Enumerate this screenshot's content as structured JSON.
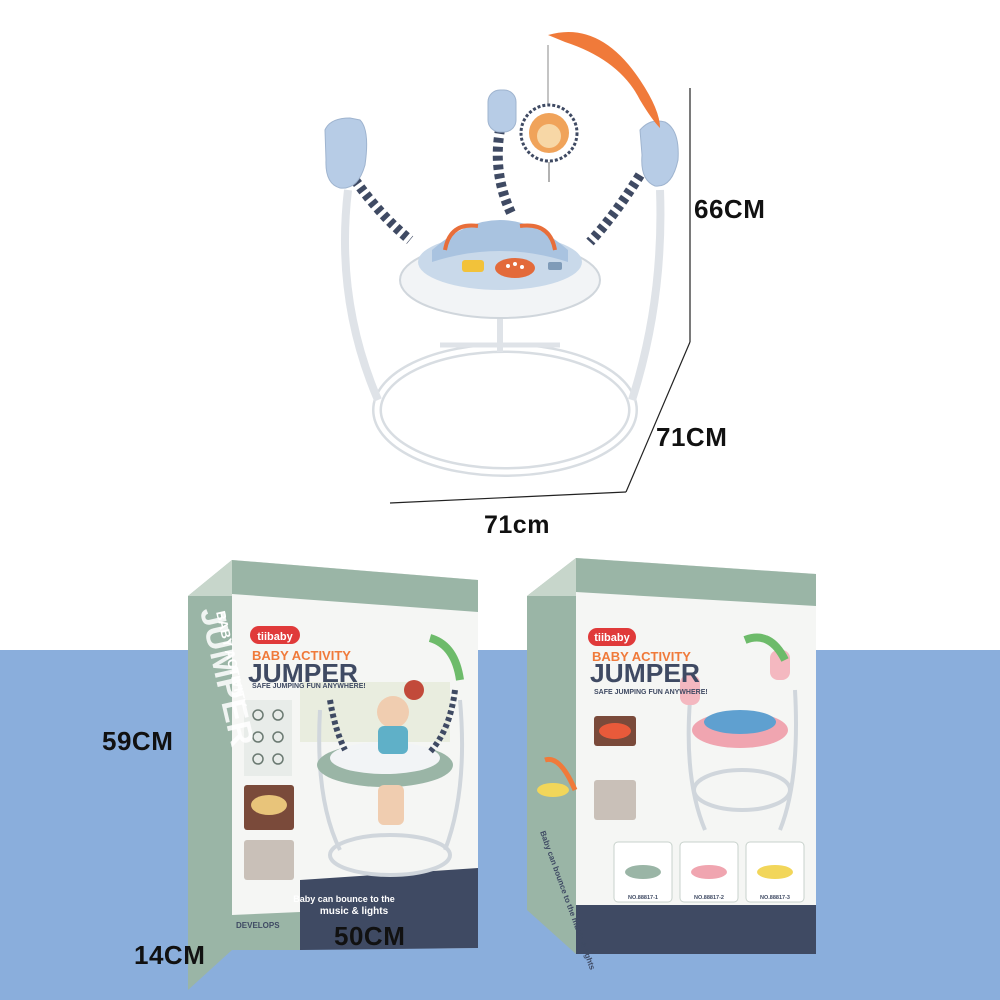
{
  "dimensions": {
    "jumper_height": "66CM",
    "jumper_depth": "71CM",
    "jumper_width": "71cm",
    "box_height": "59CM",
    "box_depth": "14CM",
    "box_width": "50CM"
  },
  "box_front": {
    "brand": "tiibaby",
    "subtitle": "BABY ACTIVITY",
    "title": "JUMPER",
    "tagline": "SAFE JUMPING FUN ANYWHERE!",
    "side_title": "JUMPER",
    "side_subtitle": "BABY ACTIVITY",
    "caption_line1": "Baby can bounce to the",
    "caption_line2": "music & lights",
    "develops": "DEVELOPS"
  },
  "box_back": {
    "brand": "tiibaby",
    "subtitle": "BABY ACTIVITY",
    "title": "JUMPER",
    "tagline": "SAFE JUMPING FUN ANYWHERE!",
    "side_text": "Baby can bounce to the music & lights",
    "models": [
      "NO.88817-1",
      "NO.88817-2",
      "NO.88817-3"
    ]
  },
  "colors": {
    "band": "#8aaedc",
    "box_green": "#9ab5a6",
    "box_navy": "#3f4a63",
    "brand_red": "#e03a3a",
    "accent_orange": "#f07a3a"
  }
}
